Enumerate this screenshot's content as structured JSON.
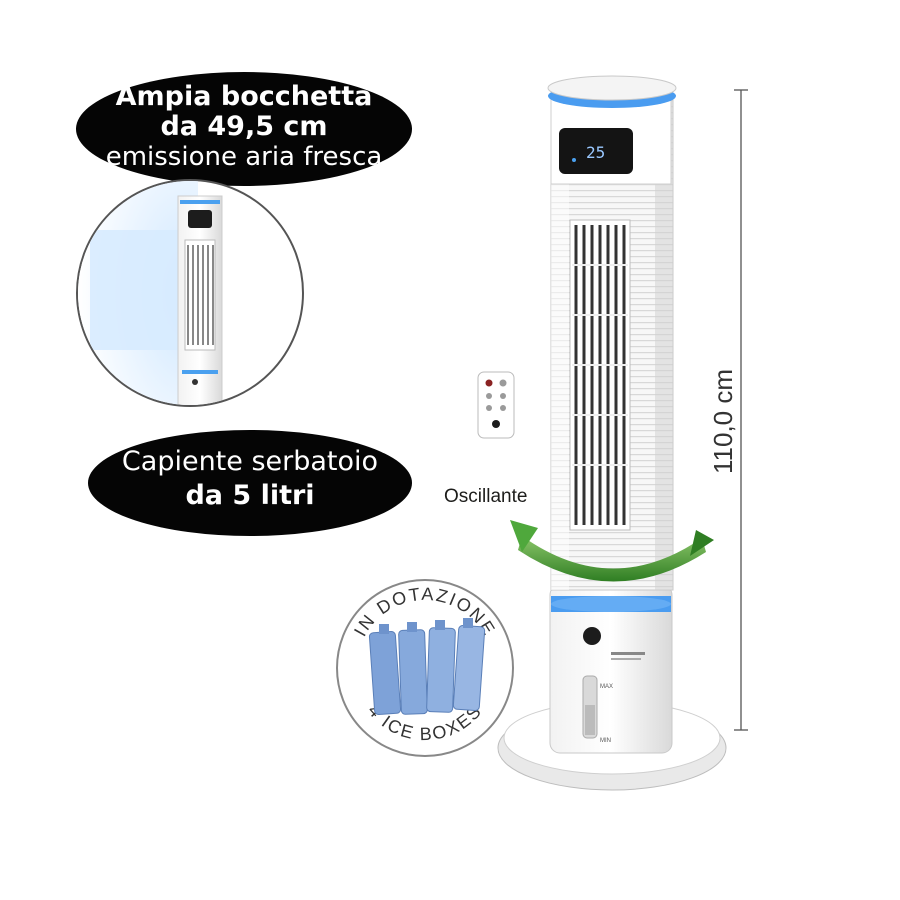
{
  "callouts": {
    "top": {
      "line1": "Ampia bocchetta",
      "line2": "da 49,5 cm",
      "line3": "emissione aria fresca"
    },
    "bottom": {
      "line1": "Capiente serbatoio",
      "line2": "da 5 litri"
    }
  },
  "labels": {
    "oscillation": "Oscillante",
    "height": "110,0 cm",
    "display": "25"
  },
  "badge": {
    "top_text": "IN DOTAZIONE",
    "bottom_text": "4 ICE BOXES",
    "ice_box_count": 4
  },
  "colors": {
    "callout_bg": "#050505",
    "accent_blue": "#3b8fe0",
    "arrow_green": "#3f9b2f",
    "ice_box": "#7ea2d8"
  }
}
